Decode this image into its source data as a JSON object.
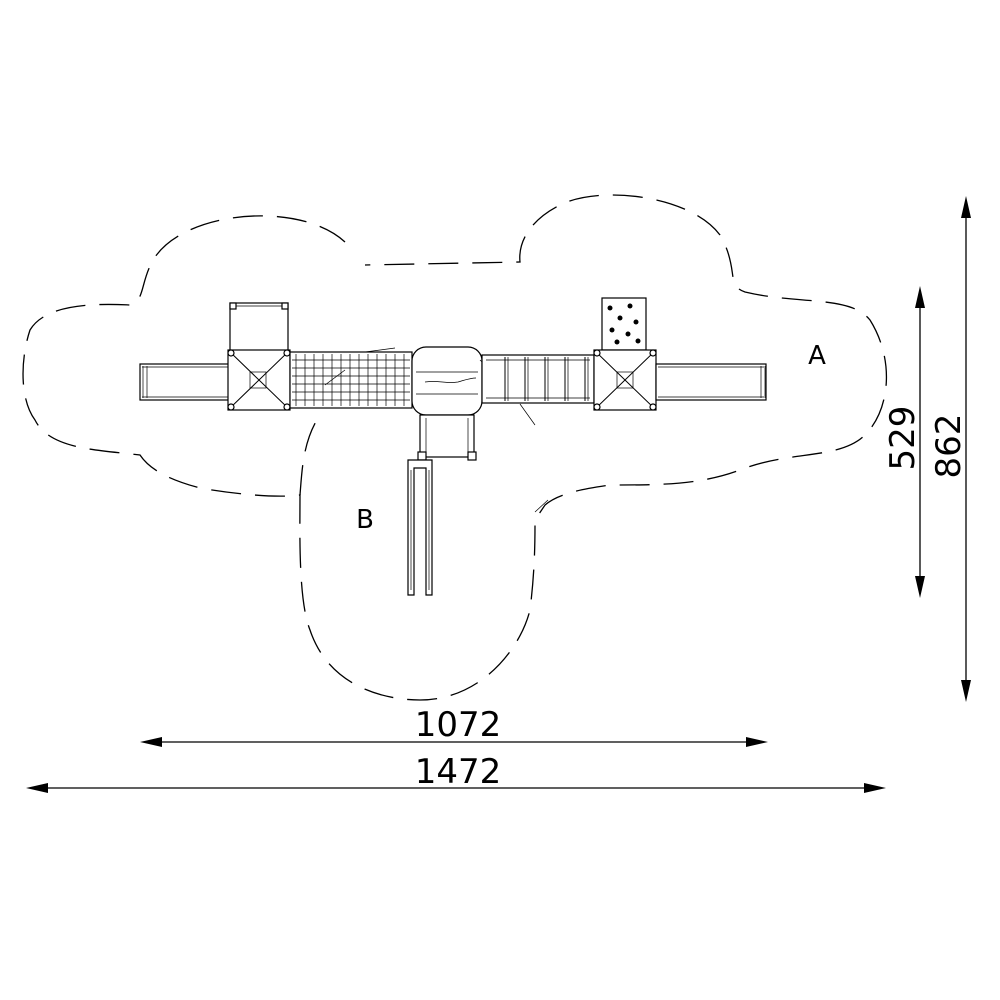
{
  "diagram": {
    "zone_labels": {
      "a": "A",
      "b": "B"
    },
    "dimensions": {
      "inner_width": "1072",
      "outer_width": "1472",
      "inner_height": "529",
      "outer_height": "862"
    }
  },
  "colors": {
    "line": "#000000",
    "background": "#ffffff"
  }
}
